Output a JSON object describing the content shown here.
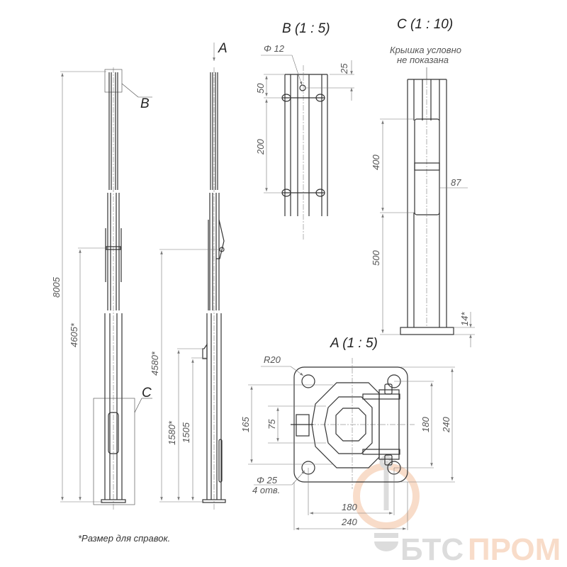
{
  "views": {
    "view_b_title": "B (1 : 5)",
    "view_c_title": "C (1 : 10)",
    "view_a_title": "A (1 : 5)",
    "view_c_note_line1": "Крышка условно",
    "view_c_note_line2": "не показана",
    "callout_a": "A",
    "callout_b": "B",
    "callout_c": "C"
  },
  "dimensions": {
    "pole_height": "8005",
    "sleeve_height": "4605*",
    "side_sleeve_height": "4580*",
    "side_bracket_height": "1580*",
    "side_door_height": "1505",
    "b_hole_dia": "Φ 12",
    "b_top": "25",
    "b_offset": "50",
    "b_span": "200",
    "c_upper": "400",
    "c_width": "87",
    "c_lower": "500",
    "c_base": "14*",
    "a_radius": "R20",
    "a_165": "165",
    "a_75": "75",
    "a_180v": "180",
    "a_240v": "240",
    "a_180h": "180",
    "a_240h": "240",
    "a_hole_dia": "Φ 25",
    "a_hole_count": "4 отв."
  },
  "footnote": "*Размер для справок.",
  "watermark": {
    "part1": "БТС",
    "part2": "ПРОМ",
    "color1": "#d9d9d9",
    "color2": "#f8d9c4"
  }
}
